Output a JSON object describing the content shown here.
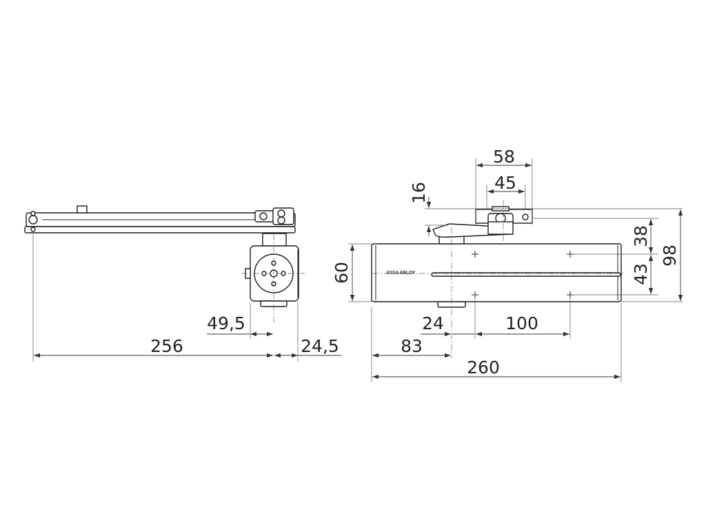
{
  "drawing": {
    "logo_text": "ASSA ABLOY",
    "side_view": {
      "dims": {
        "offset": "49,5",
        "total_length": "256",
        "bracket_width": "24,5"
      }
    },
    "front_view": {
      "dims": {
        "arm_seat_width": "58",
        "arm_seat_inner": "45",
        "arm_offset": "16",
        "body_height": "60",
        "upper_offset": "38",
        "lower_offset": "43",
        "total_height": "98",
        "pivot_offset": "24",
        "hole_spacing": "100",
        "pivot_from_left": "83",
        "body_length": "260"
      }
    }
  }
}
